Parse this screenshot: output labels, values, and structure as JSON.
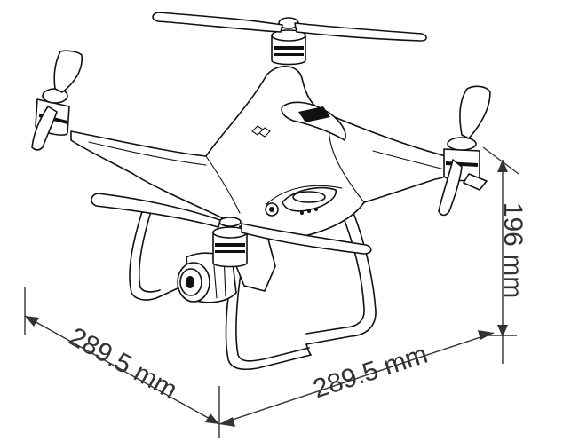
{
  "dimensions": {
    "height_label": "196 mm",
    "left_width_label": "289.5 mm",
    "right_width_label": "289.5 mm"
  },
  "drawing": {
    "subject_icon": "quadcopter-drone-icon",
    "line_color": "#111111",
    "dimension_color": "#333333",
    "background": "#ffffff"
  }
}
